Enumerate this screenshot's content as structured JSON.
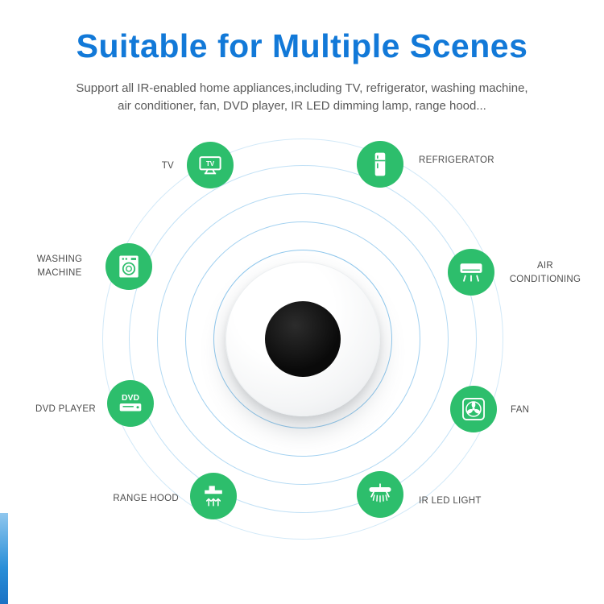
{
  "header": {
    "title": "Suitable for Multiple Scenes",
    "subtitle_line1": "Support  all IR-enabled home appliances,including TV, refrigerator, washing machine,",
    "subtitle_line2": "air conditioner, fan, DVD player, IR LED dimming lamp, range hood..."
  },
  "device": {
    "name": "ir-remote-control-hub"
  },
  "appliances": [
    {
      "id": "tv",
      "label": "TV",
      "icon": "tv-icon",
      "label_side": "left"
    },
    {
      "id": "refrigerator",
      "label": "REFRIGERATOR",
      "icon": "refrigerator-icon",
      "label_side": "right"
    },
    {
      "id": "washing-machine",
      "label": "WASHING MACHINE",
      "icon": "washing-machine-icon",
      "label_side": "left"
    },
    {
      "id": "air-conditioning",
      "label": "AIR CONDITIONING",
      "icon": "air-conditioner-icon",
      "label_side": "right"
    },
    {
      "id": "dvd-player",
      "label": "DVD PLAYER",
      "icon": "dvd-player-icon",
      "label_side": "left"
    },
    {
      "id": "fan",
      "label": "FAN",
      "icon": "fan-icon",
      "label_side": "right"
    },
    {
      "id": "range-hood",
      "label": "RANGE HOOD",
      "icon": "range-hood-icon",
      "label_side": "left"
    },
    {
      "id": "ir-led-light",
      "label": "IR LED LIGHT",
      "icon": "ir-led-light-icon",
      "label_side": "right"
    }
  ],
  "colors": {
    "title_blue": "#1279d8",
    "icon_green": "#2DBE6C",
    "ring_blue": "#1e90dc",
    "accent_bar_blue": "#2a8fd8",
    "label_gray": "#4d4d4d",
    "device_lens_black": "#0a0a0a"
  }
}
